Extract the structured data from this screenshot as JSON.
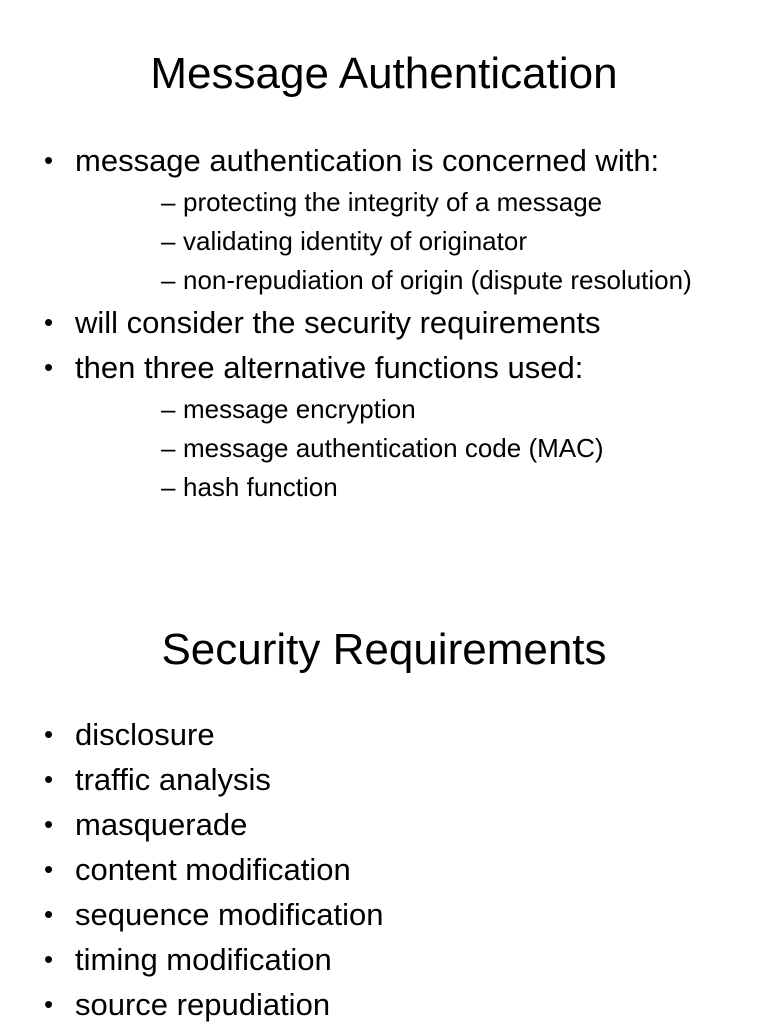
{
  "slide1": {
    "title": "Message Authentication",
    "bullets": [
      {
        "text": "message authentication is concerned with:",
        "subs": [
          "protecting the integrity of a message",
          "validating identity of originator",
          "non-repudiation of origin (dispute resolution)"
        ]
      },
      {
        "text": "will consider the security requirements"
      },
      {
        "text": "then three alternative functions used:",
        "subs": [
          "message encryption",
          "message authentication code (MAC)",
          "hash function"
        ]
      }
    ]
  },
  "slide2": {
    "title": "Security Requirements",
    "bullets": [
      "disclosure",
      "traffic analysis",
      "masquerade",
      "content modification",
      "sequence modification",
      "timing modification",
      "source repudiation"
    ]
  },
  "symbols": {
    "bullet": "•",
    "dash": "–"
  }
}
